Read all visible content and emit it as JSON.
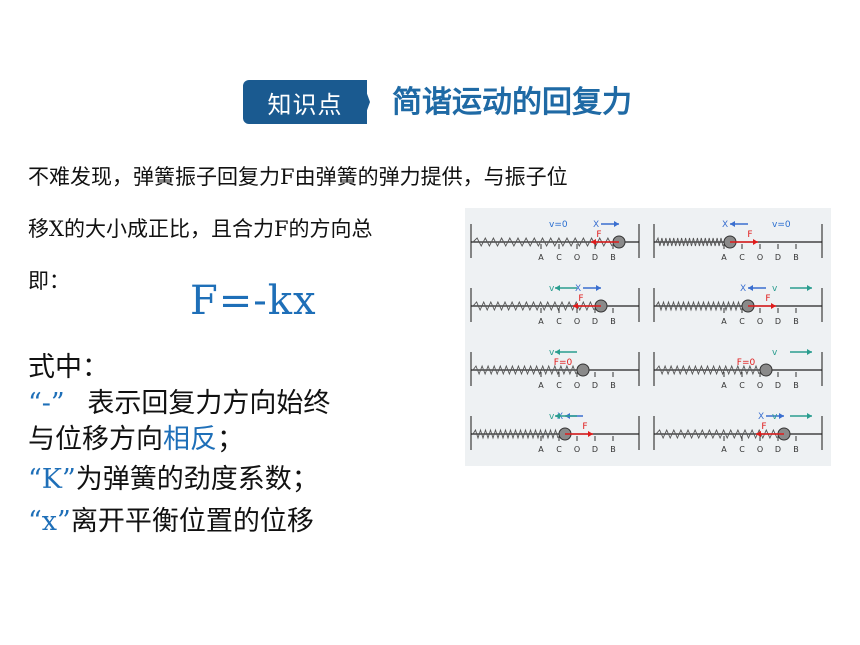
{
  "badge": {
    "label": "知识点"
  },
  "heading": {
    "text": "简谐运动的回复力"
  },
  "para": {
    "line1": "不难发现，弹簧振子回复力F由弹簧的弹力提供，与振子位",
    "line2": "移X的大小成正比，且合力F的方向总",
    "line3": "即："
  },
  "formula": "F=-kx",
  "body": {
    "intro": "式中：",
    "minus_quote": "“-”",
    "minus_desc": "表示回复力方向始终",
    "minus_desc2_a": "与位移方向",
    "minus_desc2_b": "相反",
    "minus_desc2_c": "；",
    "k_quote": "“K”",
    "k_desc": "为弹簧的劲度系数；",
    "x_quote": "“x”",
    "x_desc": "离开平衡位置的位移"
  },
  "figure": {
    "colors": {
      "spring": "#555555",
      "force": "#e01b1b",
      "velocity": "#2a9d8f",
      "displacement": "#3a6fd0",
      "ball": "#8a8a8a"
    },
    "ticks": [
      "A",
      "C",
      "O",
      "D",
      "B"
    ],
    "panels": [
      {
        "ballPos": 4,
        "x": "X",
        "v": "v=0",
        "f": "F",
        "fDir": "left",
        "vDir": "none",
        "xDir": "right"
      },
      {
        "ballPos": 0,
        "x": "X",
        "v": "v=0",
        "f": "F",
        "fDir": "right",
        "vDir": "none",
        "xDir": "left"
      },
      {
        "ballPos": 3,
        "x": "X",
        "v": "v",
        "f": "F",
        "fDir": "left",
        "vDir": "left",
        "xDir": "right"
      },
      {
        "ballPos": 1,
        "x": "X",
        "v": "v",
        "f": "F",
        "fDir": "right",
        "vDir": "right",
        "xDir": "left"
      },
      {
        "ballPos": 2,
        "x": "",
        "v": "v",
        "f": "F=0",
        "fDir": "none",
        "vDir": "left",
        "xDir": "none"
      },
      {
        "ballPos": 2,
        "x": "",
        "v": "v",
        "f": "F=0",
        "fDir": "none",
        "vDir": "right",
        "xDir": "none"
      },
      {
        "ballPos": 1,
        "x": "X",
        "v": "v",
        "f": "F",
        "fDir": "right",
        "vDir": "left",
        "xDir": "left"
      },
      {
        "ballPos": 3,
        "x": "X",
        "v": "v",
        "f": "F",
        "fDir": "left",
        "vDir": "right",
        "xDir": "right"
      }
    ]
  }
}
